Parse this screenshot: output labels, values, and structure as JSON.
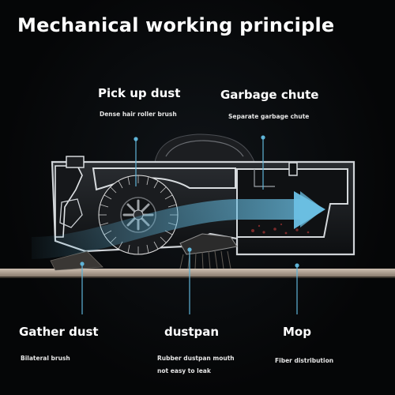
{
  "title": "Mechanical working principle",
  "callouts": {
    "pickup": {
      "heading": "Pick up dust",
      "detail": "Dense hair roller brush"
    },
    "chute": {
      "heading": "Garbage chute",
      "detail": "Separate garbage chute"
    },
    "gather": {
      "heading": "Gather dust",
      "detail": "Bilateral brush"
    },
    "dustpan": {
      "heading": "dustpan",
      "detail_line1": "Rubber dustpan mouth",
      "detail_line2": "not easy to leak"
    },
    "mop": {
      "heading": "Mop",
      "detail": "Fiber distribution"
    }
  },
  "colors": {
    "accent_blue": "#5fb4d8",
    "background": "#050607",
    "floor": "#b8a99a"
  }
}
